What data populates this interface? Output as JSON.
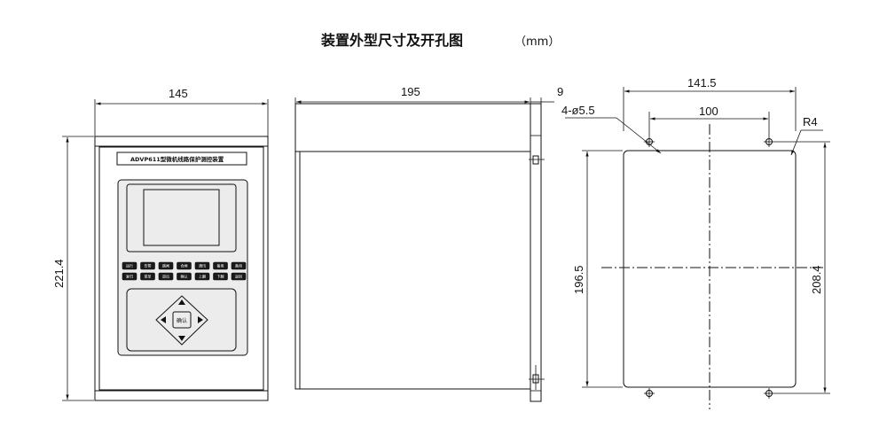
{
  "title": {
    "main": "装置外型尺寸及开孔图",
    "unit": "（mm）"
  },
  "front_view": {
    "width_label": "145",
    "height_label": "221.4",
    "nameplate": "ADVP611型微机线路保护测控装置",
    "key_rows": [
      [
        "运行",
        "告警",
        "跳闸",
        "合闸",
        "通讯",
        "备用",
        "备用"
      ],
      [
        "复归",
        "菜单",
        "退出",
        "确认",
        "上翻",
        "下翻",
        "返回"
      ]
    ],
    "nav_center_label": "确认"
  },
  "side_view": {
    "depth_label": "195",
    "panel_label": "9"
  },
  "cutout_view": {
    "outer_width_label": "141.5",
    "hole_spacing_label": "100",
    "hole_label": "4-ø5.5",
    "corner_radius_label": "R4",
    "cutout_height_label": "196.5",
    "hole_height_label": "208.4"
  }
}
